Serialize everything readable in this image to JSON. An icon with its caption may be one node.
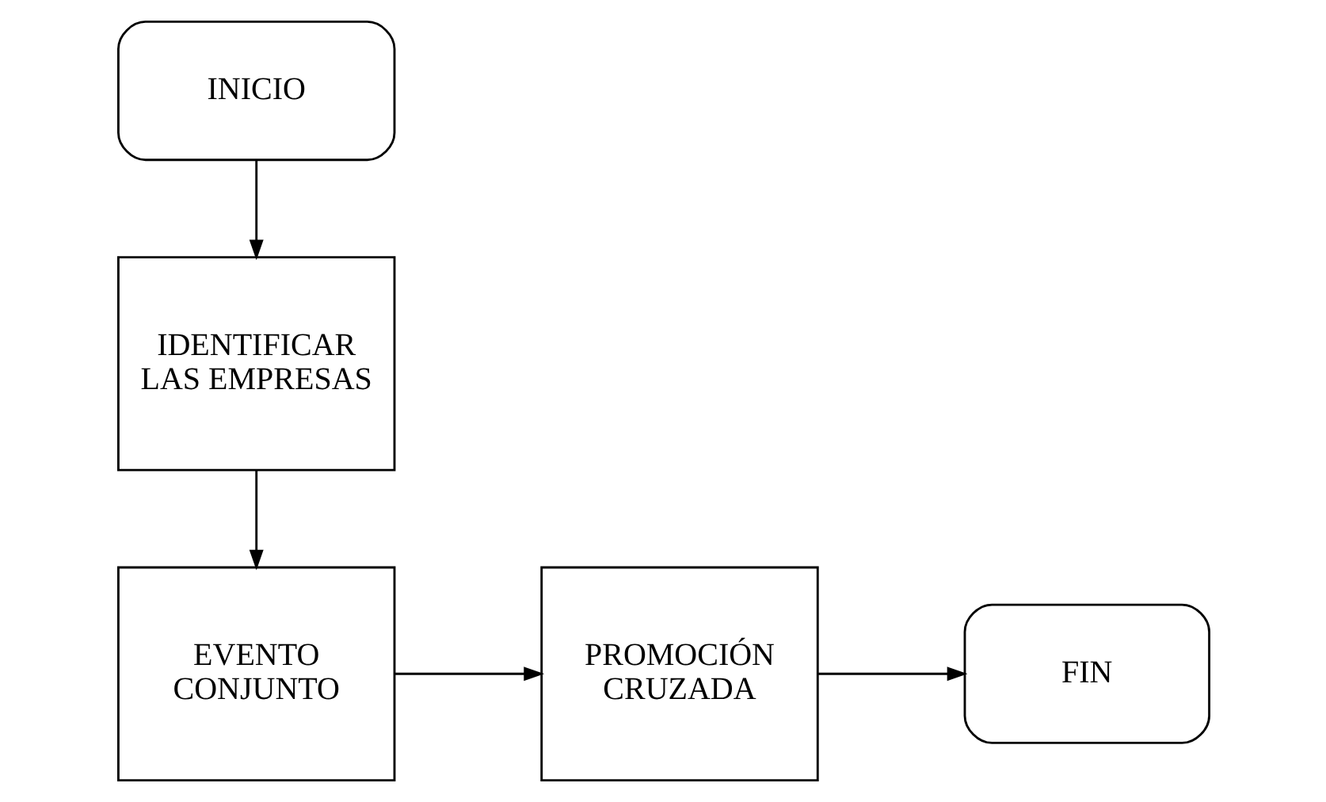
{
  "diagram": {
    "nodes": [
      {
        "text": [
          "INICIO"
        ]
      },
      {
        "text": [
          "IDENTIFICAR LAS EMPRESAS"
        ]
      },
      {
        "text": [
          "EVENTO CONJUNTO"
        ]
      },
      {
        "text": [
          "PROMOCIÓN CRUZADA"
        ]
      },
      {
        "text": [
          "FIN"
        ]
      }
    ],
    "edges": [
      {
        "from": 0,
        "to": 1,
        "arrow": "to"
      },
      {
        "from": 1,
        "to": 2,
        "arrow": "to"
      },
      {
        "from": 2,
        "to": 3,
        "arrow": "to"
      },
      {
        "from": 3,
        "to": 4,
        "arrow": "to"
      }
    ]
  }
}
